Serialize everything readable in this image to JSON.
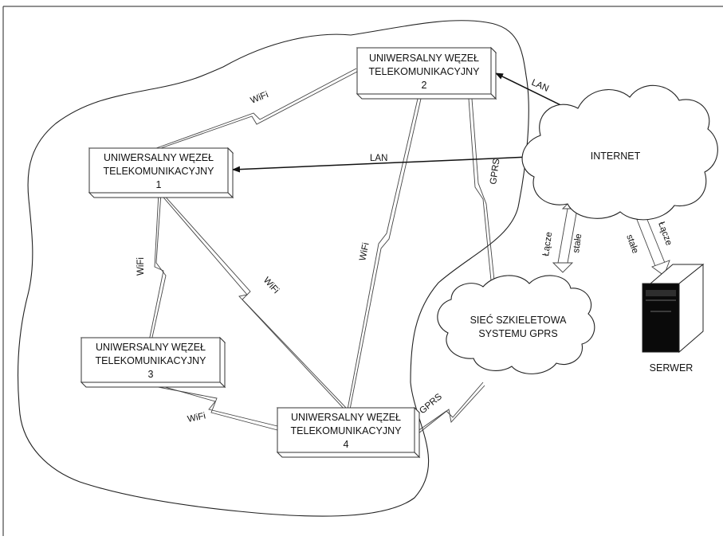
{
  "nodes": [
    {
      "line1": "UNIWERSALNY WĘZEŁ",
      "line2": "TELEKOMUNIKACYJNY",
      "num": "1"
    },
    {
      "line1": "UNIWERSALNY WĘZEŁ",
      "line2": "TELEKOMUNIKACYJNY",
      "num": "2"
    },
    {
      "line1": "UNIWERSALNY WĘZEŁ",
      "line2": "TELEKOMUNIKACYJNY",
      "num": "3"
    },
    {
      "line1": "UNIWERSALNY WĘZEŁ",
      "line2": "TELEKOMUNIKACYJNY",
      "num": "4"
    }
  ],
  "clouds": {
    "internet": "INTERNET",
    "gprs_line1": "SIEĆ SZKIELETOWA",
    "gprs_line2": "SYSTEMU GPRS"
  },
  "server": {
    "label": "SERWER"
  },
  "links": {
    "wifi": "WiFi",
    "lan": "LAN",
    "gprs": "GPRS",
    "lacze": "Łącze",
    "stale": "stałe"
  }
}
